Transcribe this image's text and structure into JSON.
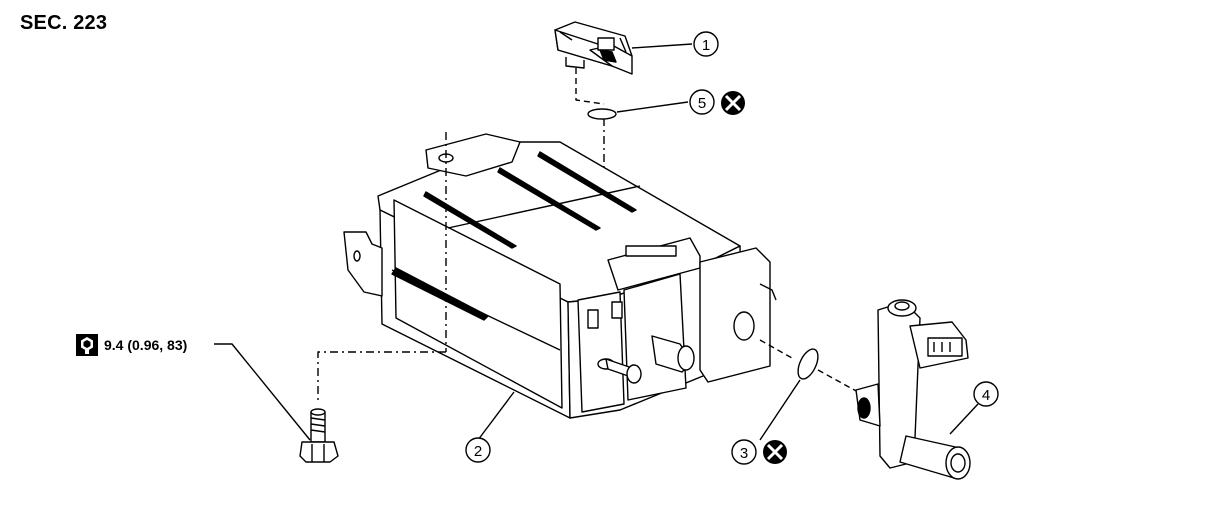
{
  "section": {
    "title": "SEC. 223"
  },
  "torque": {
    "text": "9.4 (0.96, 83)",
    "icon": "torque-wrench-icon"
  },
  "callouts": [
    {
      "number": "1",
      "replace": false
    },
    {
      "number": "2",
      "replace": false
    },
    {
      "number": "3",
      "replace": true
    },
    {
      "number": "4",
      "replace": false
    },
    {
      "number": "5",
      "replace": true
    }
  ],
  "colors": {
    "line": "#000000",
    "background": "#ffffff"
  }
}
